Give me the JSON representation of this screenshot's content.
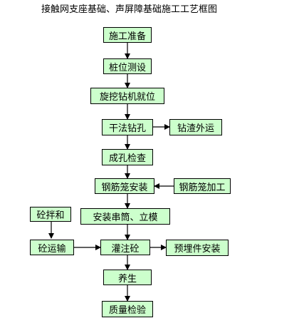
{
  "title": "接触网支座基础、声屏障基础施工工艺框图",
  "colors": {
    "box_fill": "#ccffcc",
    "box_border": "#000000",
    "arrow": "#000000"
  },
  "steps": {
    "prepare": "施工准备",
    "survey": "桩位测设",
    "rig_setup": "旋挖钻机就位",
    "dry_drill": "干法钻孔",
    "spoil_out": "钻渣外运",
    "hole_check": "成孔检查",
    "cage_install": "钢筋笼安装",
    "cage_fab": "钢筋笼加工",
    "tube_form": "安装串筒、立模",
    "concrete_mix": "砼拌和",
    "concrete_transport": "砼运输",
    "pour": "灌注砼",
    "embedded_install": "预埋件安装",
    "curing": "养生",
    "inspection": "质量检验"
  }
}
